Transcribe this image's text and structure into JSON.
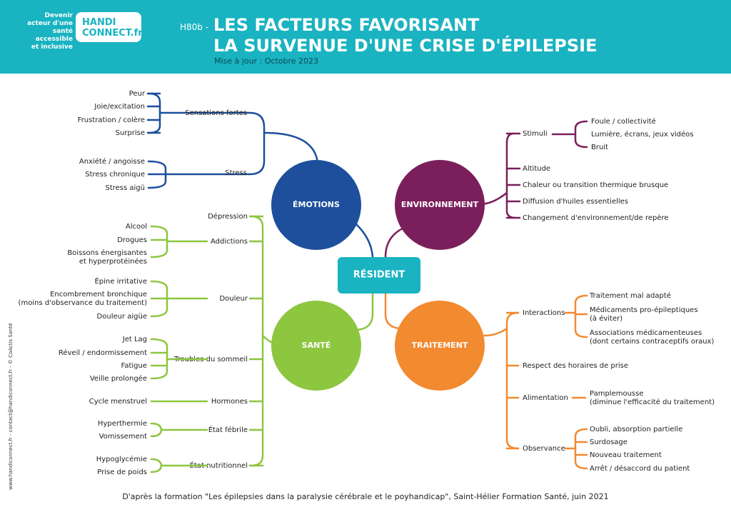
{
  "header": {
    "tagline": [
      "Devenir",
      "acteur d'une",
      "santé accessible",
      "et inclusive"
    ],
    "logo_line1": "HANDI",
    "logo_line2": "CONNECT.fr",
    "doc_code": "H80b -",
    "title_line1": "LES FACTEURS FAVORISANT",
    "title_line2": "LA SURVENUE D'UNE CRISE D'ÉPILEPSIE",
    "update": "Mise à jour : Octobre 2023"
  },
  "colors": {
    "header_bg": "#19b3c1",
    "emotions": "#1d4f9c",
    "environnement": "#7a1f5c",
    "sante": "#8dc63f",
    "traitement": "#f28a30",
    "resident": "#19b3c1"
  },
  "center": {
    "label": "RÉSIDENT"
  },
  "hubs": {
    "emotions": {
      "label": "ÉMOTIONS",
      "groups": [
        {
          "label": "Sensations fortes",
          "items": [
            "Peur",
            "Joie/excitation",
            "Frustration / colère",
            "Surprise"
          ]
        },
        {
          "label": "Stress",
          "items": [
            "Anxiété / angoisse",
            "Stress chronique",
            "Stress aigü"
          ]
        }
      ]
    },
    "environnement": {
      "label": "ENVIRONNEMENT",
      "groups": [
        {
          "label": "Stimuli",
          "items": [
            "Foule / collectivité",
            "Lumière, écrans, jeux vidéos",
            "Bruit"
          ]
        },
        {
          "label": "Altitude",
          "items": []
        },
        {
          "label": "Chaleur ou transition thermique brusque",
          "items": []
        },
        {
          "label": "Diffusion d'huiles essentielles",
          "items": []
        },
        {
          "label": "Changement d'environnement/de repère",
          "items": []
        }
      ]
    },
    "sante": {
      "label": "SANTÉ",
      "groups": [
        {
          "label": "Dépression",
          "items": []
        },
        {
          "label": "Addictions",
          "items": [
            "Alcool",
            "Drogues",
            [
              "Boissons énergisantes",
              "et hyperprotéinées"
            ]
          ]
        },
        {
          "label": "Douleur",
          "items": [
            "Épine irritative",
            [
              "Encombrement bronchique",
              "(moins d'observance du traitement)"
            ],
            "Douleur aigüe"
          ]
        },
        {
          "label": "Troubles du sommeil",
          "items": [
            "Jet Lag",
            "Réveil / endormissement",
            "Fatigue",
            "Veille prolongée"
          ]
        },
        {
          "label": "Hormones",
          "items": [
            "Cycle menstruel"
          ]
        },
        {
          "label": "État fébrile",
          "items": [
            "Hyperthermie",
            "Vomissement"
          ]
        },
        {
          "label": "État nutritionnel",
          "items": [
            "Hypoglycémie",
            "Prise de poids"
          ]
        }
      ]
    },
    "traitement": {
      "label": "TRAITEMENT",
      "groups": [
        {
          "label": "Interactions",
          "items": [
            "Traitement mal adapté",
            [
              "Médicaments pro-épileptiques",
              "(à éviter)"
            ],
            [
              "Associations médicamenteuses",
              "(dont certains contraceptifs oraux)"
            ]
          ]
        },
        {
          "label": "Respect des horaires de prise",
          "items": []
        },
        {
          "label": "Alimentation",
          "items": [
            [
              "Pamplemousse",
              "(diminue l'efficacité du traitement)"
            ]
          ]
        },
        {
          "label": "Observance",
          "items": [
            "Oubli, absorption partielle",
            "Surdosage",
            "Nouveau traitement",
            "Arrêt / désaccord du patient"
          ]
        }
      ]
    }
  },
  "footer": "D'après la formation \"Les épilepsies dans la paralysie cérébrale et le poyhandicap\", Saint-Hélier Formation Santé, juin 2021",
  "credit": "www.handiconnect.fr - contact@handiconnect.fr - © CoActis Santé"
}
